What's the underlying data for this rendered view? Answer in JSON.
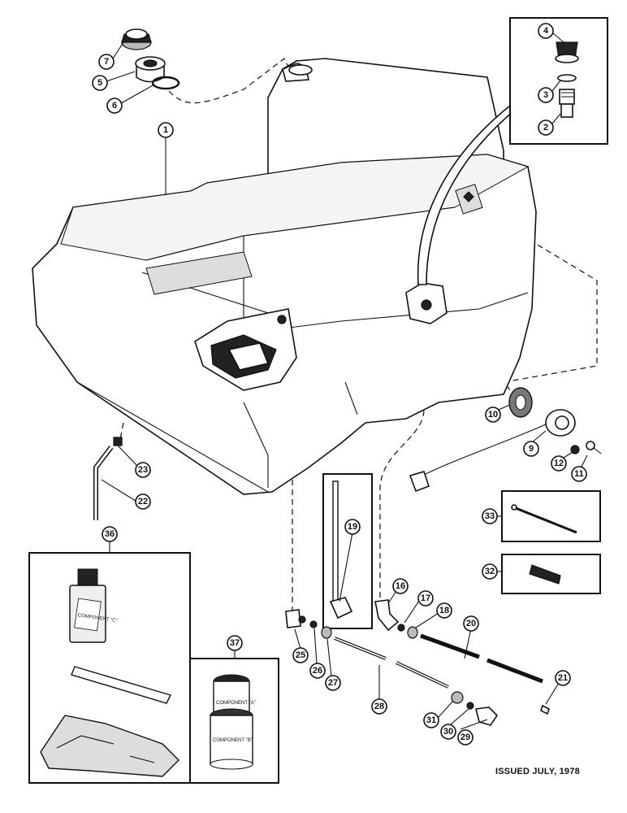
{
  "issued_note": "ISSUED JULY, 1978",
  "callouts": {
    "c1": "1",
    "c2": "2",
    "c3": "3",
    "c4": "4",
    "c5": "5",
    "c6": "6",
    "c7": "7",
    "c9": "9",
    "c10": "10",
    "c11": "11",
    "c12": "12",
    "c16": "16",
    "c17": "17",
    "c18": "18",
    "c19": "19",
    "c20": "20",
    "c21": "21",
    "c22": "22",
    "c23": "23",
    "c25": "25",
    "c26": "26",
    "c27": "27",
    "c28": "28",
    "c29": "29",
    "c30": "30",
    "c31": "31",
    "c32": "32",
    "c33": "33",
    "c36": "36",
    "c37": "37"
  },
  "container_labels": {
    "bottle_label": "COMPONENT \"C\"",
    "can_top_label": "COMPONENT \"A\"",
    "can_bottom_label": "COMPONENT \"B\""
  }
}
